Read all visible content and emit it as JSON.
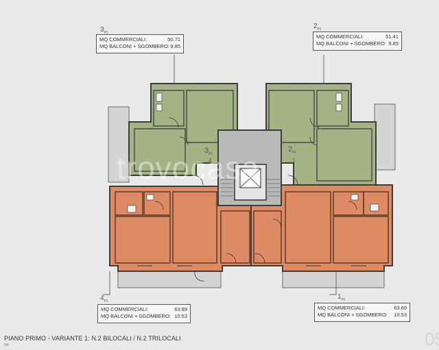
{
  "units": [
    {
      "id": "3",
      "label": "3",
      "sub": "P1",
      "commercial_label": "MQ COMMERCIALI:",
      "commercial_value": "50.71",
      "balcony_label": "MQ BALCONI + SGOMBERO:",
      "balcony_value": "9.85"
    },
    {
      "id": "2",
      "label": "2",
      "sub": "P1",
      "commercial_label": "MQ COMMERCIALI:",
      "commercial_value": "51.41",
      "balcony_label": "MQ BALCONI + SGOMBERO:",
      "balcony_value": "9.85"
    },
    {
      "id": "4",
      "label": "4",
      "sub": "P1",
      "commercial_label": "MQ COMMERCIALI:",
      "commercial_value": "63.69",
      "balcony_label": "MQ BALCONI + SGOMBERO:",
      "balcony_value": "10.53"
    },
    {
      "id": "1",
      "label": "1",
      "sub": "P1",
      "commercial_label": "MQ COMMERCIALI:",
      "commercial_value": "63.69",
      "balcony_label": "MQ BALCONI + SGOMBERO:",
      "balcony_value": "10.53"
    }
  ],
  "stair_labels": {
    "left": "3",
    "left_sub": "P1",
    "right": "2",
    "right_sub": "P1",
    "left_small": "4",
    "right_small": "1"
  },
  "caption": "PIANO PRIMO - VARIANTE 1: N.2 BILOCALI / N.2 TRILOCALI",
  "caption_small": "NA",
  "page_number": "05",
  "watermark": "trovocasa",
  "colors": {
    "green": "#a3b384",
    "orange": "#de8a64",
    "stair": "#b9b9b7",
    "balcony": "#d3d3d1"
  }
}
